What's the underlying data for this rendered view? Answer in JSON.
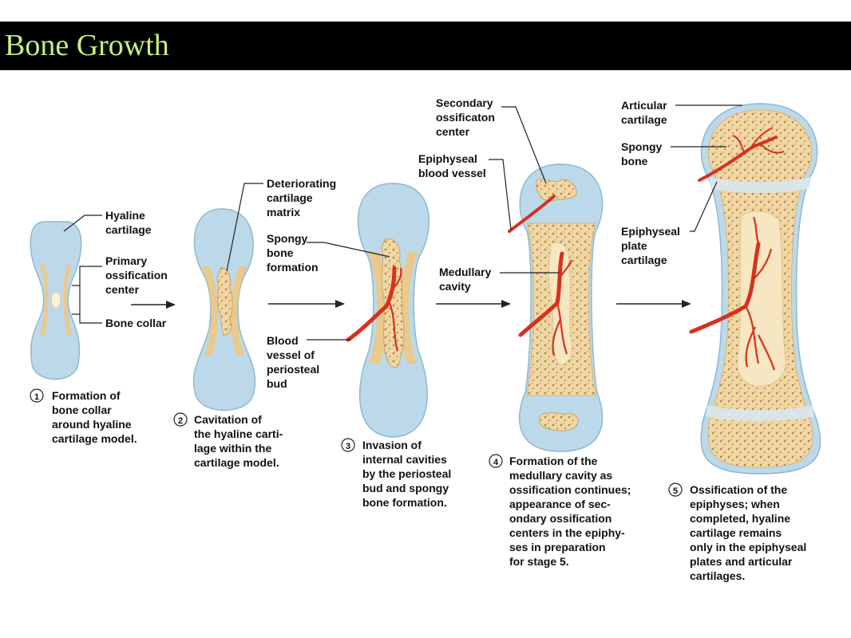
{
  "title": "Bone Growth",
  "colors": {
    "title_text": "#c8f07a",
    "cartilage": "#bcd9ea",
    "bone": "#f3d9a8",
    "spongy": "#e8c98a",
    "vessel": "#d8301c"
  },
  "labels": {
    "hyaline_cartilage": [
      "Hyaline",
      "cartilage"
    ],
    "primary_ossification_center": [
      "Primary",
      "ossification",
      "center"
    ],
    "bone_collar": [
      "Bone collar"
    ],
    "deteriorating_cartilage_matrix": [
      "Deteriorating",
      "cartilage",
      "matrix"
    ],
    "spongy_bone_formation": [
      "Spongy",
      "bone",
      "formation"
    ],
    "blood_vessel_periosteal_bud": [
      "Blood",
      "vessel of",
      "periosteal",
      "bud"
    ],
    "secondary_ossification_center": [
      "Secondary",
      "ossificaton",
      "center"
    ],
    "epiphyseal_blood_vessel": [
      "Epiphyseal",
      "blood vessel"
    ],
    "medullary_cavity": [
      "Medullary",
      "cavity"
    ],
    "articular_cartilage": [
      "Articular",
      "cartilage"
    ],
    "spongy_bone": [
      "Spongy",
      "bone"
    ],
    "epiphyseal_plate_cartilage": [
      "Epiphyseal",
      "plate",
      "cartilage"
    ]
  },
  "stages": [
    {
      "number": "1",
      "caption": [
        "Formation of",
        "bone collar",
        "around hyaline",
        "cartilage model."
      ]
    },
    {
      "number": "2",
      "caption": [
        "Cavitation of",
        "the hyaline carti-",
        "lage within the",
        "cartilage model."
      ]
    },
    {
      "number": "3",
      "caption": [
        "Invasion of",
        "internal cavities",
        "by the periosteal",
        "bud and spongy",
        "bone formation."
      ]
    },
    {
      "number": "4",
      "caption": [
        "Formation of the",
        "medullary cavity as",
        "ossification continues;",
        "appearance of sec-",
        "ondary ossification",
        "centers in the epiphy-",
        "ses in preparation",
        "for stage 5."
      ]
    },
    {
      "number": "5",
      "caption": [
        "Ossification of the",
        "epiphyses; when",
        "completed, hyaline",
        "cartilage remains",
        "only in the epiphyseal",
        "plates and articular",
        "cartilages."
      ]
    }
  ]
}
